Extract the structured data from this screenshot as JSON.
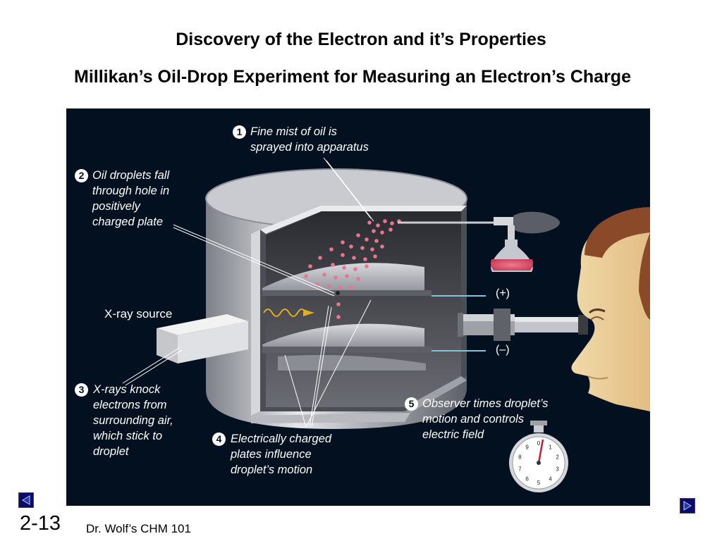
{
  "slide": {
    "title": "Discovery of the Electron and it’s Properties",
    "subtitle": "Millikan’s Oil-Drop Experiment for Measuring an Electron’s Charge",
    "slide_number": "2-13",
    "footer": "Dr. Wolf’s CHM 101"
  },
  "figure": {
    "steps": [
      {
        "num": "1",
        "text": "Fine mist of oil is\nsprayed into apparatus"
      },
      {
        "num": "2",
        "text": "Oil droplets fall\nthrough hole in\npositively\ncharged plate"
      },
      {
        "num": "3",
        "text": "X-rays knock\nelectrons from\nsurrounding air,\nwhich stick to\ndroplet"
      },
      {
        "num": "4",
        "text": "Electrically charged\nplates influence\ndroplet’s motion"
      },
      {
        "num": "5",
        "text": "Observer times droplet’s\nmotion and controls\nelectric field"
      }
    ],
    "xray_label": "X-ray source",
    "plus_label": "(+)",
    "minus_label": "(–)",
    "stopwatch_numbers": [
      "0",
      "1",
      "2",
      "3",
      "4",
      "5",
      "6",
      "7",
      "8",
      "9"
    ]
  },
  "nav": {
    "prev_icon": "triangle-left-icon",
    "next_icon": "triangle-right-icon"
  },
  "colors": {
    "figure_bg": "#03101f",
    "droplet": "#e8778c",
    "nav_button": "#0b0b6e"
  }
}
